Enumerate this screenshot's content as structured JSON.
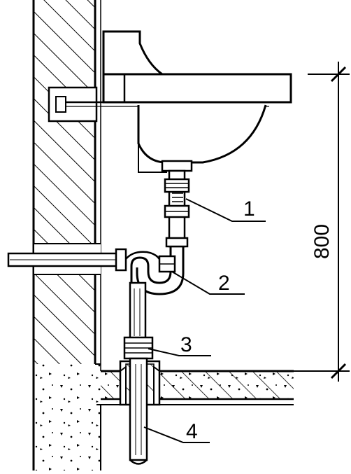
{
  "diagram": {
    "callouts": [
      {
        "id": "1",
        "label": "1"
      },
      {
        "id": "2",
        "label": "2"
      },
      {
        "id": "3",
        "label": "3"
      },
      {
        "id": "4",
        "label": "4"
      }
    ],
    "dimension": {
      "value": "800"
    },
    "colors": {
      "line": "#000000",
      "background": "#ffffff"
    }
  }
}
